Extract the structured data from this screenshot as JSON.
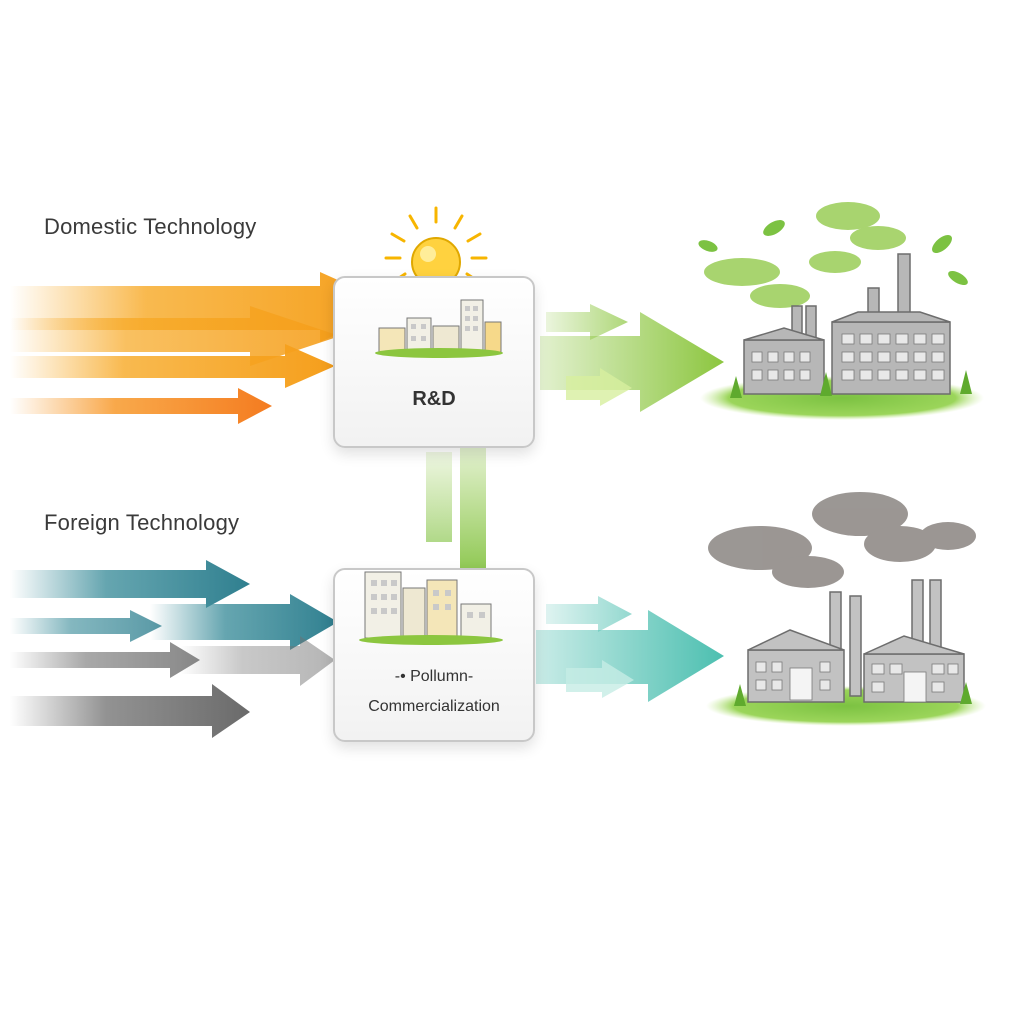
{
  "labels": {
    "domestic": "Domestic Technology",
    "foreign": "Foreign Technology"
  },
  "boxes": {
    "rnd": "R&D",
    "commercialization_garbled": "-• Pollumn-",
    "commercialization": "Commercialization"
  },
  "colors": {
    "domestic_arrow": "#f5a623",
    "domestic_arrow_dark": "#f7931e",
    "foreign_arrow": "#3f8f9c",
    "foreign_arrow_gray": "#7d7d7d",
    "green_arrow": "#8cc63f",
    "teal_arrow": "#4cbfb0",
    "clean_smoke": "#8cc63f",
    "dirty_smoke": "#7a7470",
    "grass": "#7cc242",
    "bulb": "#ffd23f"
  },
  "icons": {
    "idea": "lightbulb-icon",
    "buildings": "city-buildings-icon",
    "clean_factory": "clean-factory-icon",
    "polluting_factory": "polluting-factory-icon"
  }
}
